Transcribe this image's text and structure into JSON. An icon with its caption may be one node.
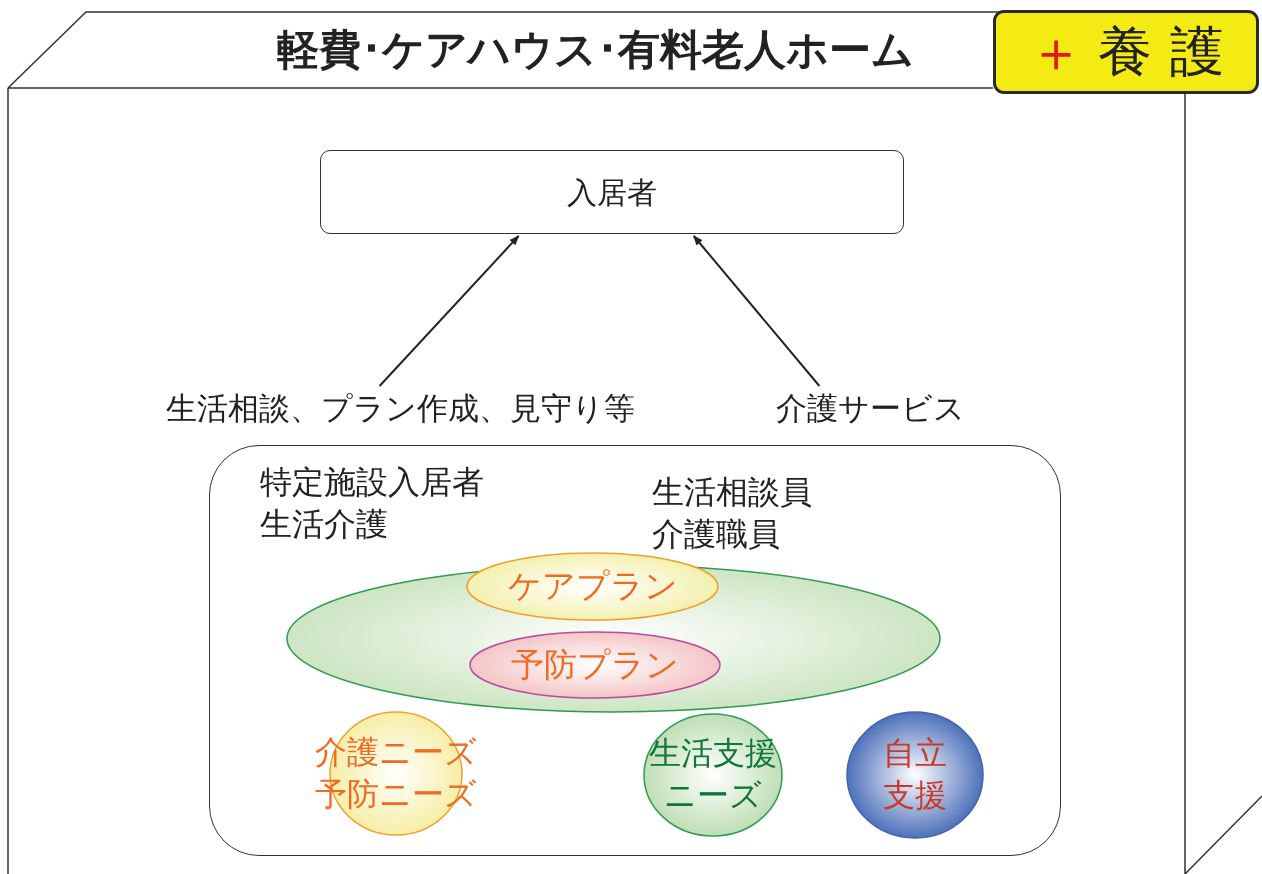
{
  "diagram": {
    "title": "軽費･ケアハウス･有料老人ホーム",
    "nodes": [
      {
        "text": [
          "入居者"
        ]
      },
      {
        "text": [
          "生活相談、プラン作成、見守り等"
        ]
      },
      {
        "text": [
          "介護サービス"
        ]
      },
      {
        "text": [
          "特定施設入居者生活介護",
          "生活相談員介護職員"
        ]
      },
      {
        "text": [],
        "shape": "ellipse",
        "in": 3
      },
      {
        "text": [
          "ケアプラン"
        ],
        "in": 3
      },
      {
        "text": [
          "予防プラン"
        ],
        "in": 4
      },
      {
        "text": [
          "介護ニーズ予防ニーズ"
        ],
        "in": 3
      },
      {
        "text": [
          "生活支援ニーズ"
        ],
        "in": 3
      },
      {
        "text": [
          "自立支援"
        ],
        "in": 3
      },
      {
        "text": [
          "＋",
          "養 護"
        ]
      }
    ],
    "edges": [
      {
        "from": 1,
        "to": 0,
        "arrow": "to"
      },
      {
        "from": 2,
        "to": 0,
        "arrow": "to"
      }
    ]
  }
}
